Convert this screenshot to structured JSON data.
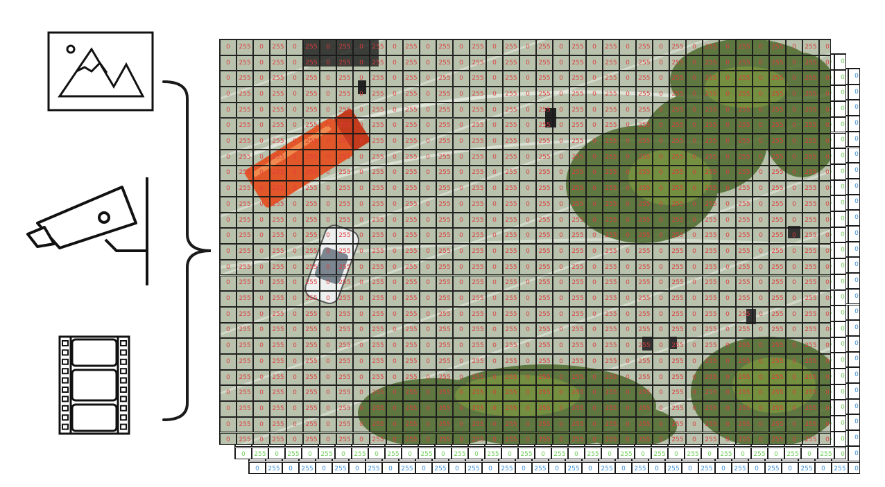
{
  "input_sources": [
    {
      "name": "image",
      "icon": "image-icon"
    },
    {
      "name": "surveillance-camera",
      "icon": "security-camera-icon"
    },
    {
      "name": "video",
      "icon": "film-strip-icon"
    }
  ],
  "channels": [
    {
      "channel": "blue",
      "text_color": "#3b8fd9",
      "values": [
        "0",
        "255"
      ]
    },
    {
      "channel": "green",
      "text_color": "#6fcf57",
      "values": [
        "0",
        "255"
      ]
    },
    {
      "channel": "red",
      "text_color": "#e03a3a",
      "values": [
        "0",
        "255"
      ]
    }
  ],
  "colors": {
    "grid_line": "#1a1a1a",
    "bracket": "#1a1a1a",
    "pavement": "#b8c2ad",
    "truck": "#e2572a",
    "foliage": "#4f6b2f"
  }
}
